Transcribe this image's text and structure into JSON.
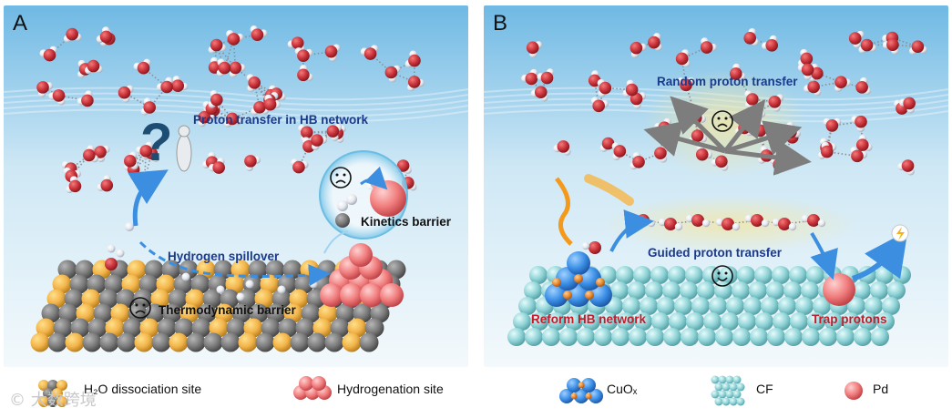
{
  "panel_a": {
    "label": "A",
    "proton_transfer": "Proton transfer in HB network",
    "kinetics_barrier": "Kinetics barrier",
    "hydrogen_spillover": "Hydrogen spillover",
    "thermodynamic_barrier": "Thermodynamic barrier"
  },
  "panel_b": {
    "label": "B",
    "random_transfer": "Random proton transfer",
    "guided_transfer": "Guided proton transfer",
    "reform_hb": "Reform HB network",
    "trap_protons": "Trap protons"
  },
  "legend": {
    "h2o_site": "H₂O dissociation site",
    "hydrogenation_site": "Hydrogenation site",
    "cuox": "CuOₓ",
    "cf": "CF",
    "pd": "Pd"
  },
  "watermark": "© 大数跨境",
  "colors": {
    "blue_label": "#1b3a8c",
    "red_label": "#c21b2a",
    "oxygen": "#c8323a",
    "pd": "#f07c7c",
    "gold": "#f2b44a",
    "gray": "#7a7a7a",
    "cyan": "#8fd3d6",
    "cu_blue": "#3a8ee6",
    "cu_orange": "#e8892d"
  }
}
